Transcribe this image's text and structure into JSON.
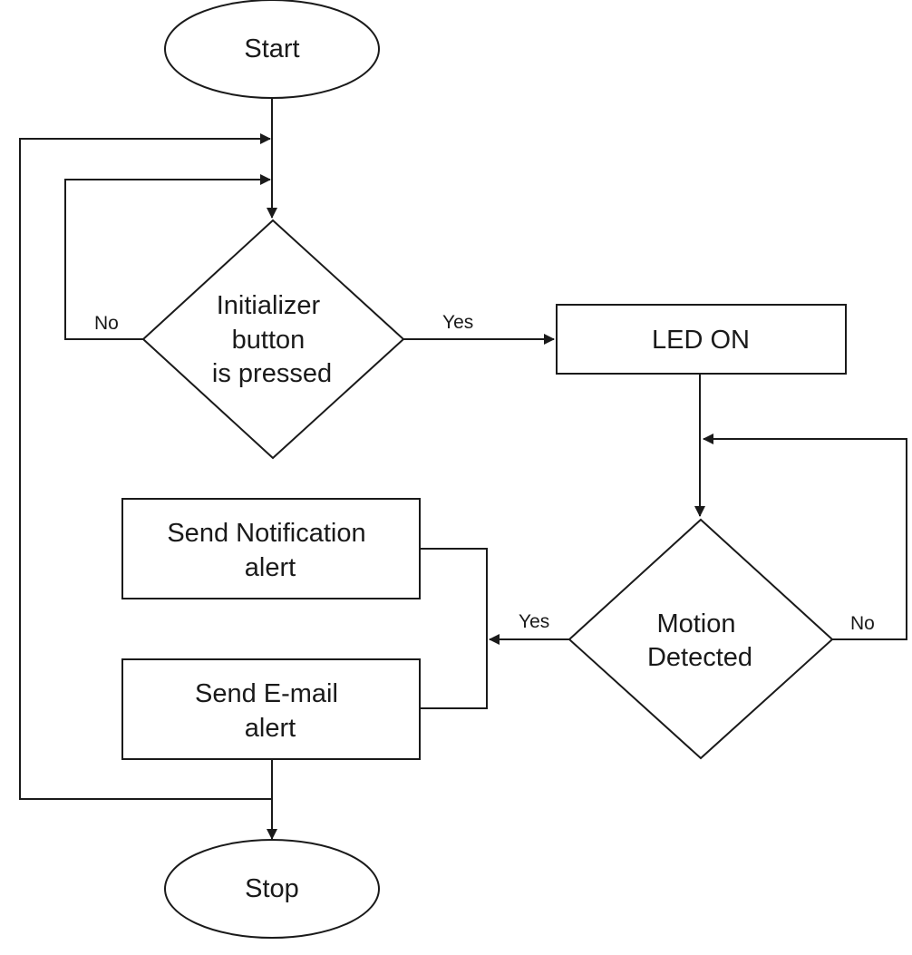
{
  "nodes": {
    "start": "Start",
    "decision1": [
      "Initializer",
      "button",
      "is pressed"
    ],
    "led_on": "LED ON",
    "decision2": [
      "Motion",
      "Detected"
    ],
    "notification": [
      "Send Notification",
      "alert"
    ],
    "email": [
      "Send E-mail",
      "alert"
    ],
    "stop": "Stop"
  },
  "edge_labels": {
    "d1_no": "No",
    "d1_yes": "Yes",
    "d2_yes": "Yes",
    "d2_no": "No"
  }
}
